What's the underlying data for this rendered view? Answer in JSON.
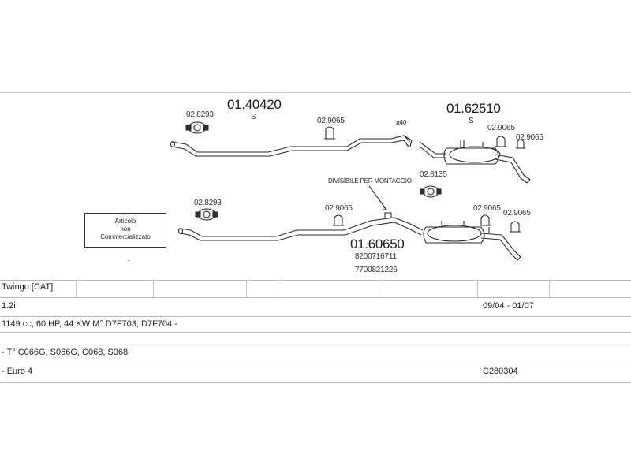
{
  "diagram": {
    "parts": {
      "top_pipe_number": "01.40420",
      "top_pipe_s": "S",
      "rear_muffler_number": "01.62510",
      "rear_muffler_s": "S",
      "lower_muffler_number": "01.60650",
      "lower_oem_1": "8200716711",
      "lower_oem_2": "7700821226"
    },
    "clamps": {
      "c1": "02.8293",
      "c2": "02.9065",
      "diameter": "ø40",
      "c3": "02.9065",
      "c4": "02.9065",
      "c5": "02.8135",
      "c6": "02.8293",
      "c7": "02.9065",
      "c8": "02.9065",
      "c9": "02.9065"
    },
    "divisible_label": "DIVISIBILE PER MONTAGGIO",
    "not_sold_box": {
      "line1": "Articolo",
      "line2": "non",
      "line3": "Commercializzato"
    },
    "dash": "-"
  },
  "table": {
    "model": "Twingo  [CAT]",
    "engine": "1.2i",
    "dates": "09/04 - 01/07",
    "spec": "1149 cc, 60 HP, 44 KW M° D7F703, D7F704 -",
    "types": "- T° C066G, S066G, C068, S068",
    "emission": "- Euro 4",
    "code": "C280304"
  }
}
